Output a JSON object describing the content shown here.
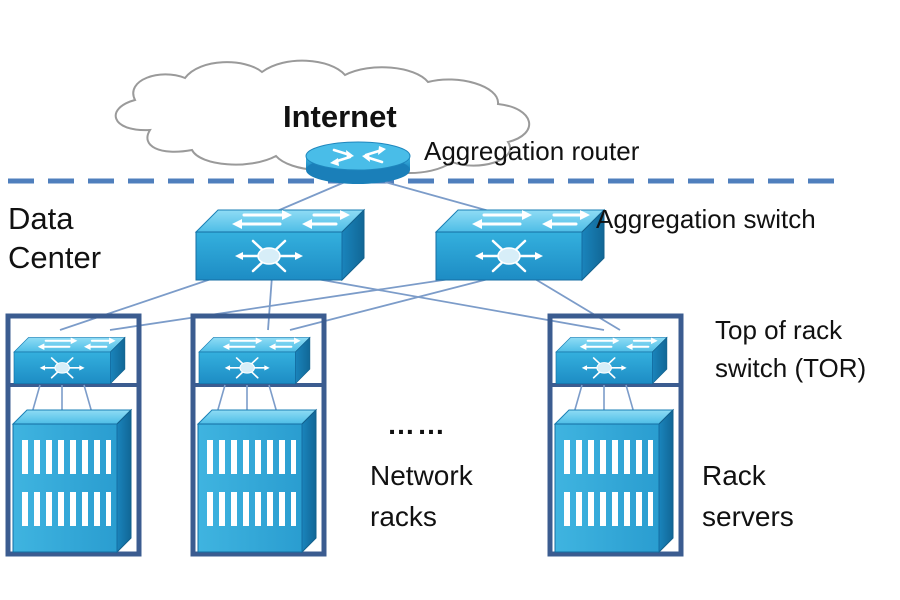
{
  "labels": {
    "internet": "Internet",
    "aggregation_router": "Aggregation router",
    "data_center": "Data Center",
    "aggregation_switch": "Aggregation switch",
    "top_of_rack_switch": "Top of rack switch (TOR)",
    "ellipsis": "……",
    "network_racks": "Network racks",
    "rack_servers": "Rack servers"
  },
  "colors": {
    "device_light": "#5fc7ea",
    "device_mid": "#2aa3d4",
    "device_dark": "#157ab2",
    "rack_frame": "#3b5c90",
    "link_line": "#7c9cc9",
    "dashed_boundary": "#4f7fbd",
    "cloud_stroke": "#9a9a9a"
  },
  "icons": {
    "cloud": "internet-cloud-icon",
    "router": "router-icon",
    "switch": "network-switch-icon",
    "server": "rack-server-icon"
  },
  "topology": {
    "aggregation_switches": 2,
    "racks_shown": 3,
    "servers_per_rack": 1
  }
}
